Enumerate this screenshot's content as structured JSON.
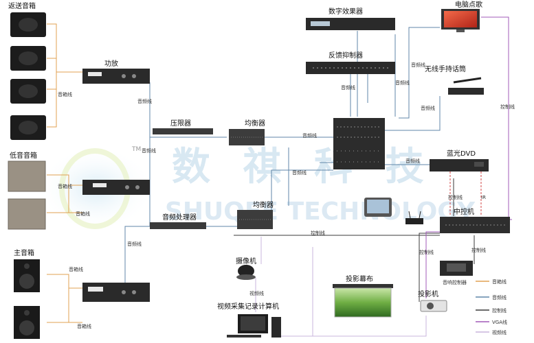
{
  "groups": {
    "return_speakers": "返送音箱",
    "sub_speakers": "低音音箱",
    "main_speakers": "主音箱"
  },
  "devices": {
    "power_amp": "功放",
    "limiter": "压限器",
    "eq_top": "均衡器",
    "eq_bottom": "均衡器",
    "audio_processor": "音频处理器",
    "digital_effects": "数字效果器",
    "feedback_suppressor": "反馈抑制器",
    "pc_karaoke": "电脑点歌",
    "wireless_mic": "无线手持话筒",
    "bluray": "蓝光DVD",
    "central_control": "中控机",
    "camera": "摄像机",
    "capture_pc": "视频采集记录计算机",
    "projection_screen": "投影幕布",
    "projector": "投影机",
    "screen_controller": "音响控制器"
  },
  "wire_labels": {
    "speaker": "音箱线",
    "audio": "音频线",
    "control": "控制线",
    "video": "视频线",
    "ir": "IR",
    "tm": "TM"
  },
  "legend": {
    "items": [
      {
        "label": "音箱线",
        "color": "#e0a050"
      },
      {
        "label": "音频线",
        "color": "#5f86a8"
      },
      {
        "label": "控制线",
        "color": "#3a3a3a"
      },
      {
        "label": "VGA线",
        "color": "#a058b8"
      },
      {
        "label": "视频线",
        "color": "#c9b4dc"
      }
    ]
  },
  "watermark": {
    "cn": "数 祺 科 技",
    "en": "SHUQEE TECHNOLOGY"
  },
  "colors": {
    "speaker_wire": "#e0a050",
    "audio_wire": "#5f86a8",
    "control_wire": "#3a3a3a",
    "vga_wire": "#a058b8",
    "video_wire": "#c9b4dc",
    "ir_wire": "#d04040"
  }
}
